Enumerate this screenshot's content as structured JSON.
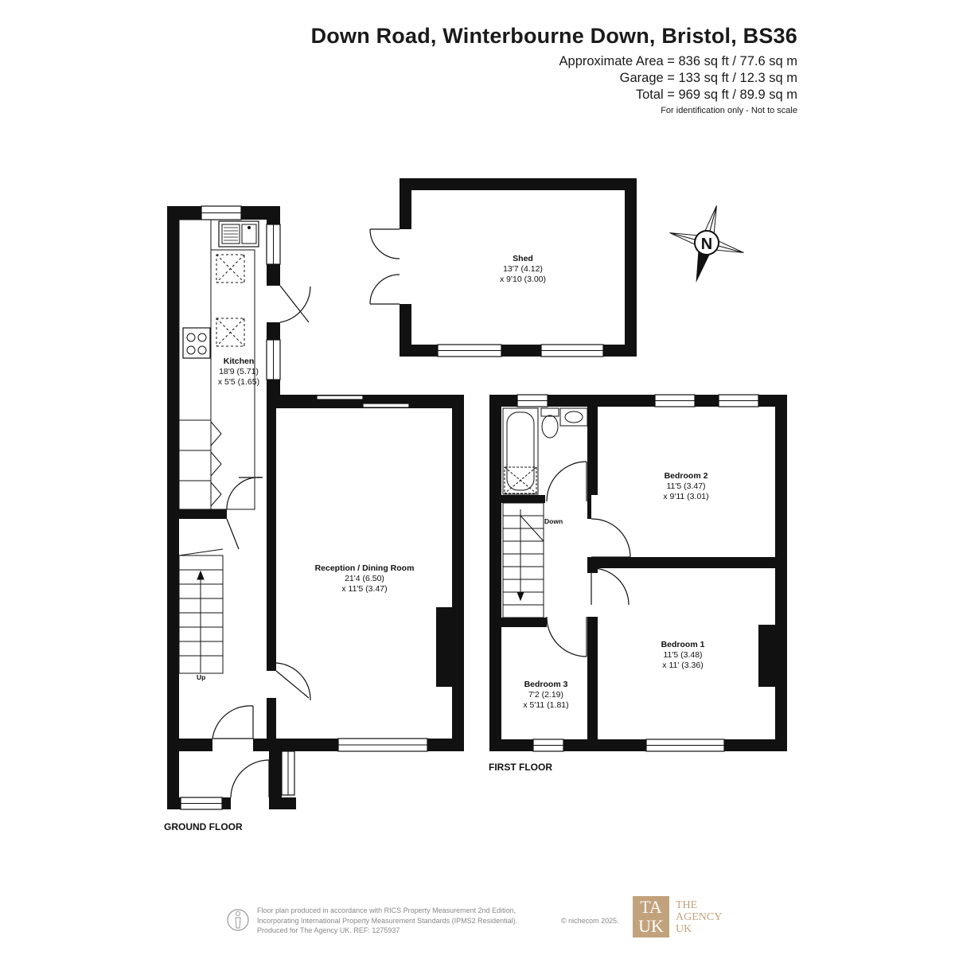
{
  "header": {
    "title": "Down Road, Winterbourne Down, Bristol, BS36",
    "area_lines": [
      "Approximate Area = 836 sq ft / 77.6 sq m",
      "Garage = 133 sq ft / 12.3 sq m",
      "Total = 969 sq ft / 89.9 sq m"
    ],
    "disclaimer": "For identification only - Not to scale"
  },
  "compass": {
    "label": "N"
  },
  "floors": {
    "ground": {
      "label": "GROUND FLOOR"
    },
    "first": {
      "label": "FIRST FLOOR"
    }
  },
  "rooms": {
    "shed": {
      "name": "Shed",
      "dim1": "13'7 (4.12)",
      "dim2": "x 9'10 (3.00)"
    },
    "kitchen": {
      "name": "Kitchen",
      "dim1": "18'9 (5.71)",
      "dim2": "x 5'5 (1.65)"
    },
    "reception": {
      "name": "Reception / Dining Room",
      "dim1": "21'4 (6.50)",
      "dim2": "x 11'5 (3.47)"
    },
    "bedroom2": {
      "name": "Bedroom 2",
      "dim1": "11'5 (3.47)",
      "dim2": "x 9'11 (3.01)"
    },
    "bedroom1": {
      "name": "Bedroom 1",
      "dim1": "11'5 (3.48)",
      "dim2": "x 11' (3.36)"
    },
    "bedroom3": {
      "name": "Bedroom 3",
      "dim1": "7'2 (2.19)",
      "dim2": "x 5'11 (1.81)"
    }
  },
  "stairs": {
    "up_label": "Up",
    "down_label": "Down"
  },
  "footer": {
    "lines": [
      "Floor plan produced in accordance with RICS Property Measurement 2nd Edition,",
      "Incorporating International Property Measurement Standards (IPMS2 Residential).",
      "Produced for The Agency UK.   REF:   1275937"
    ],
    "copyright": "© nichecom 2025.",
    "logo_mark": [
      "TA",
      "UK"
    ],
    "logo_name": [
      "THE",
      "AGENCY",
      "UK"
    ]
  }
}
